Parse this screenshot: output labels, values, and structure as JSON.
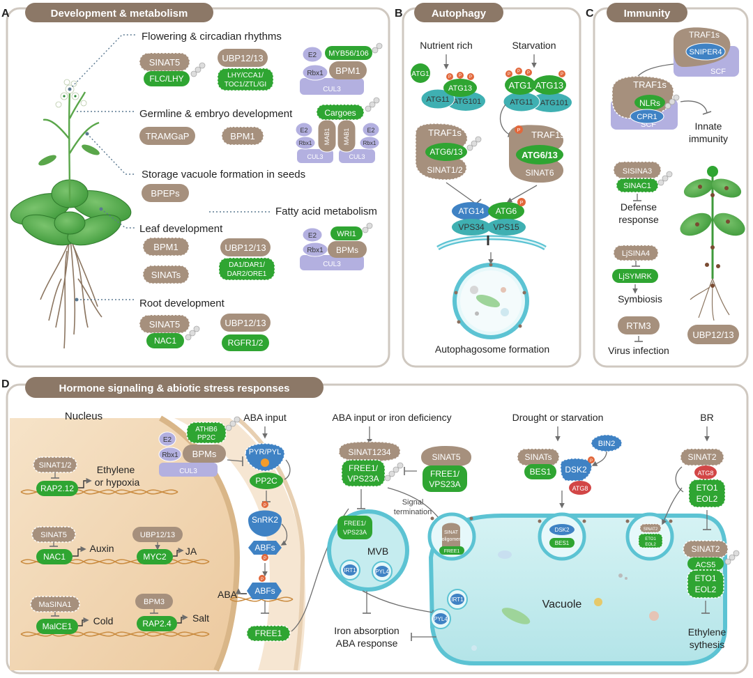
{
  "colors": {
    "brown": "#a6907d",
    "brown_dark": "#7a6a5e",
    "green": "#2fa532",
    "green_dark": "#1f7f22",
    "lavender": "#b3b0e0",
    "teal": "#3fb0b2",
    "blue": "#3f82c4",
    "orange": "#e2683c",
    "red": "#d24646",
    "panel_border": "#cfc8c0",
    "cell": "#f4dcbf",
    "vacuole": "#c5ecef"
  },
  "panelA": {
    "letter": "A",
    "title": "Development & metabolism",
    "labels": {
      "flowering": "Flowering & circadian rhythms",
      "germline": "Germline & embryo development",
      "storage": "Storage vacuole formation in seeds",
      "fatty": "Fatty acid metabolism",
      "leaf": "Leaf development",
      "root": "Root development"
    },
    "flowering": {
      "sinat5": "SINAT5",
      "flc": "FLC/LHY",
      "ubp": "UBP12/13",
      "lhy1": "LHY/CCA1/",
      "lhy2": "TOC1/ZTL/GI",
      "e2": "E2",
      "rbx1": "Rbx1",
      "myb": "MYB56/106",
      "bpm1": "BPM1",
      "cul3": "CUL3"
    },
    "germline": {
      "tramgap": "TRAMGaP",
      "bpm1": "BPM1",
      "cargoes": "Cargoes",
      "e2": "E2",
      "rbx1": "Rbx1",
      "mab1": "MAB1",
      "cul3": "CUL3"
    },
    "storage": {
      "bpeps": "BPEPs"
    },
    "leaf": {
      "bpm1": "BPM1",
      "ubp": "UBP12/13",
      "sinats": "SINATs",
      "da1": "DA1/DAR1/",
      "da2": "DAR2/ORE1",
      "e2": "E2",
      "rbx1": "Rbx1",
      "wri1": "WRI1",
      "bpms": "BPMs",
      "cul3": "CUL3"
    },
    "root": {
      "sinat5": "SINAT5",
      "nac1": "NAC1",
      "ubp": "UBP12/13",
      "rgfr": "RGFR1/2"
    }
  },
  "panelB": {
    "letter": "B",
    "title": "Autophagy",
    "nutrient": "Nutrient rich",
    "starvation": "Starvation",
    "atg1": "ATG1",
    "atg13": "ATG13",
    "atg11": "ATG11",
    "atg101": "ATG101",
    "traf1s": "TRAF1s",
    "atg613": "ATG6/13",
    "sinat12": "SINAT1/2",
    "sinat6": "SINAT6",
    "atg14": "ATG14",
    "atg6": "ATG6",
    "vps34": "VPS34",
    "vps15": "VPS15",
    "p": "P",
    "caption": "Autophagosome formation"
  },
  "panelC": {
    "letter": "C",
    "title": "Immunity",
    "traf1s": "TRAF1s",
    "sniper4": "SNIPER4",
    "scf": "SCF",
    "nlrs": "NLRs",
    "cpr1": "CPR1",
    "innate1": "Innate",
    "innate2": "immunity",
    "sisina3": "SISINA3",
    "sinac1": "SINAC1",
    "defense1": "Defense",
    "defense2": "response",
    "ljsina4": "LjSINA4",
    "ljsymrk": "LjSYMRK",
    "symbiosis": "Symbiosis",
    "rtm3": "RTM3",
    "virus": "Virus infection",
    "ubp": "UBP12/13"
  },
  "panelD": {
    "letter": "D",
    "title": "Hormone signaling & abiotic stress responses",
    "nucleus": "Nucleus",
    "sinat12": "SINAT1/2",
    "rap212": "RAP2.12",
    "ethylene1": "Ethylene",
    "ethylene2": "or hypoxia",
    "sinat5": "SINAT5",
    "nac1": "NAC1",
    "auxin": "Auxin",
    "ubp": "UBP12/13",
    "myc2": "MYC2",
    "ja": "JA",
    "masina1": "MaSINA1",
    "malce1": "MalCE1",
    "cold": "Cold",
    "bpm3": "BPM3",
    "rap24": "RAP2.4",
    "salt": "Salt",
    "aba_input": "ABA input",
    "athb6a": "ATHB6",
    "athb6b": "PP2C",
    "e2": "E2",
    "rbx1": "Rbx1",
    "bpms": "BPMs",
    "cul3": "CUL3",
    "pyr": "PYR/PYL",
    "pp2c": "PP2C",
    "snrk2": "SnRK2",
    "abfs": "ABFs",
    "aba": "ABA",
    "free1": "FREE1",
    "p": "P",
    "aba_iron": "ABA input or iron deficiency",
    "sinat1234": "SINAT1234",
    "free1a": "FREE1/",
    "free1b": "VPS23A",
    "signal1": "Signal",
    "signal2": "termination",
    "mvb": "MVB",
    "irt1": "IRT1",
    "pyl4": "PYL4",
    "iron1": "Iron absorption",
    "iron2": "ABA response",
    "sinat_olig1": "SINAT",
    "sinat_olig2": "oligomer",
    "drought": "Drought or starvation",
    "bin2": "BIN2",
    "sinats": "SINATs",
    "bes1": "BES1",
    "dsk2": "DSK2",
    "atg8": "ATG8",
    "vacuole": "Vacuole",
    "br": "BR",
    "sinat2": "SINAT2",
    "eto1": "ETO1",
    "eol2": "EOL2",
    "acs5": "ACS5",
    "ethylene_syn1": "Ethylene",
    "ethylene_syn2": "sythesis"
  }
}
